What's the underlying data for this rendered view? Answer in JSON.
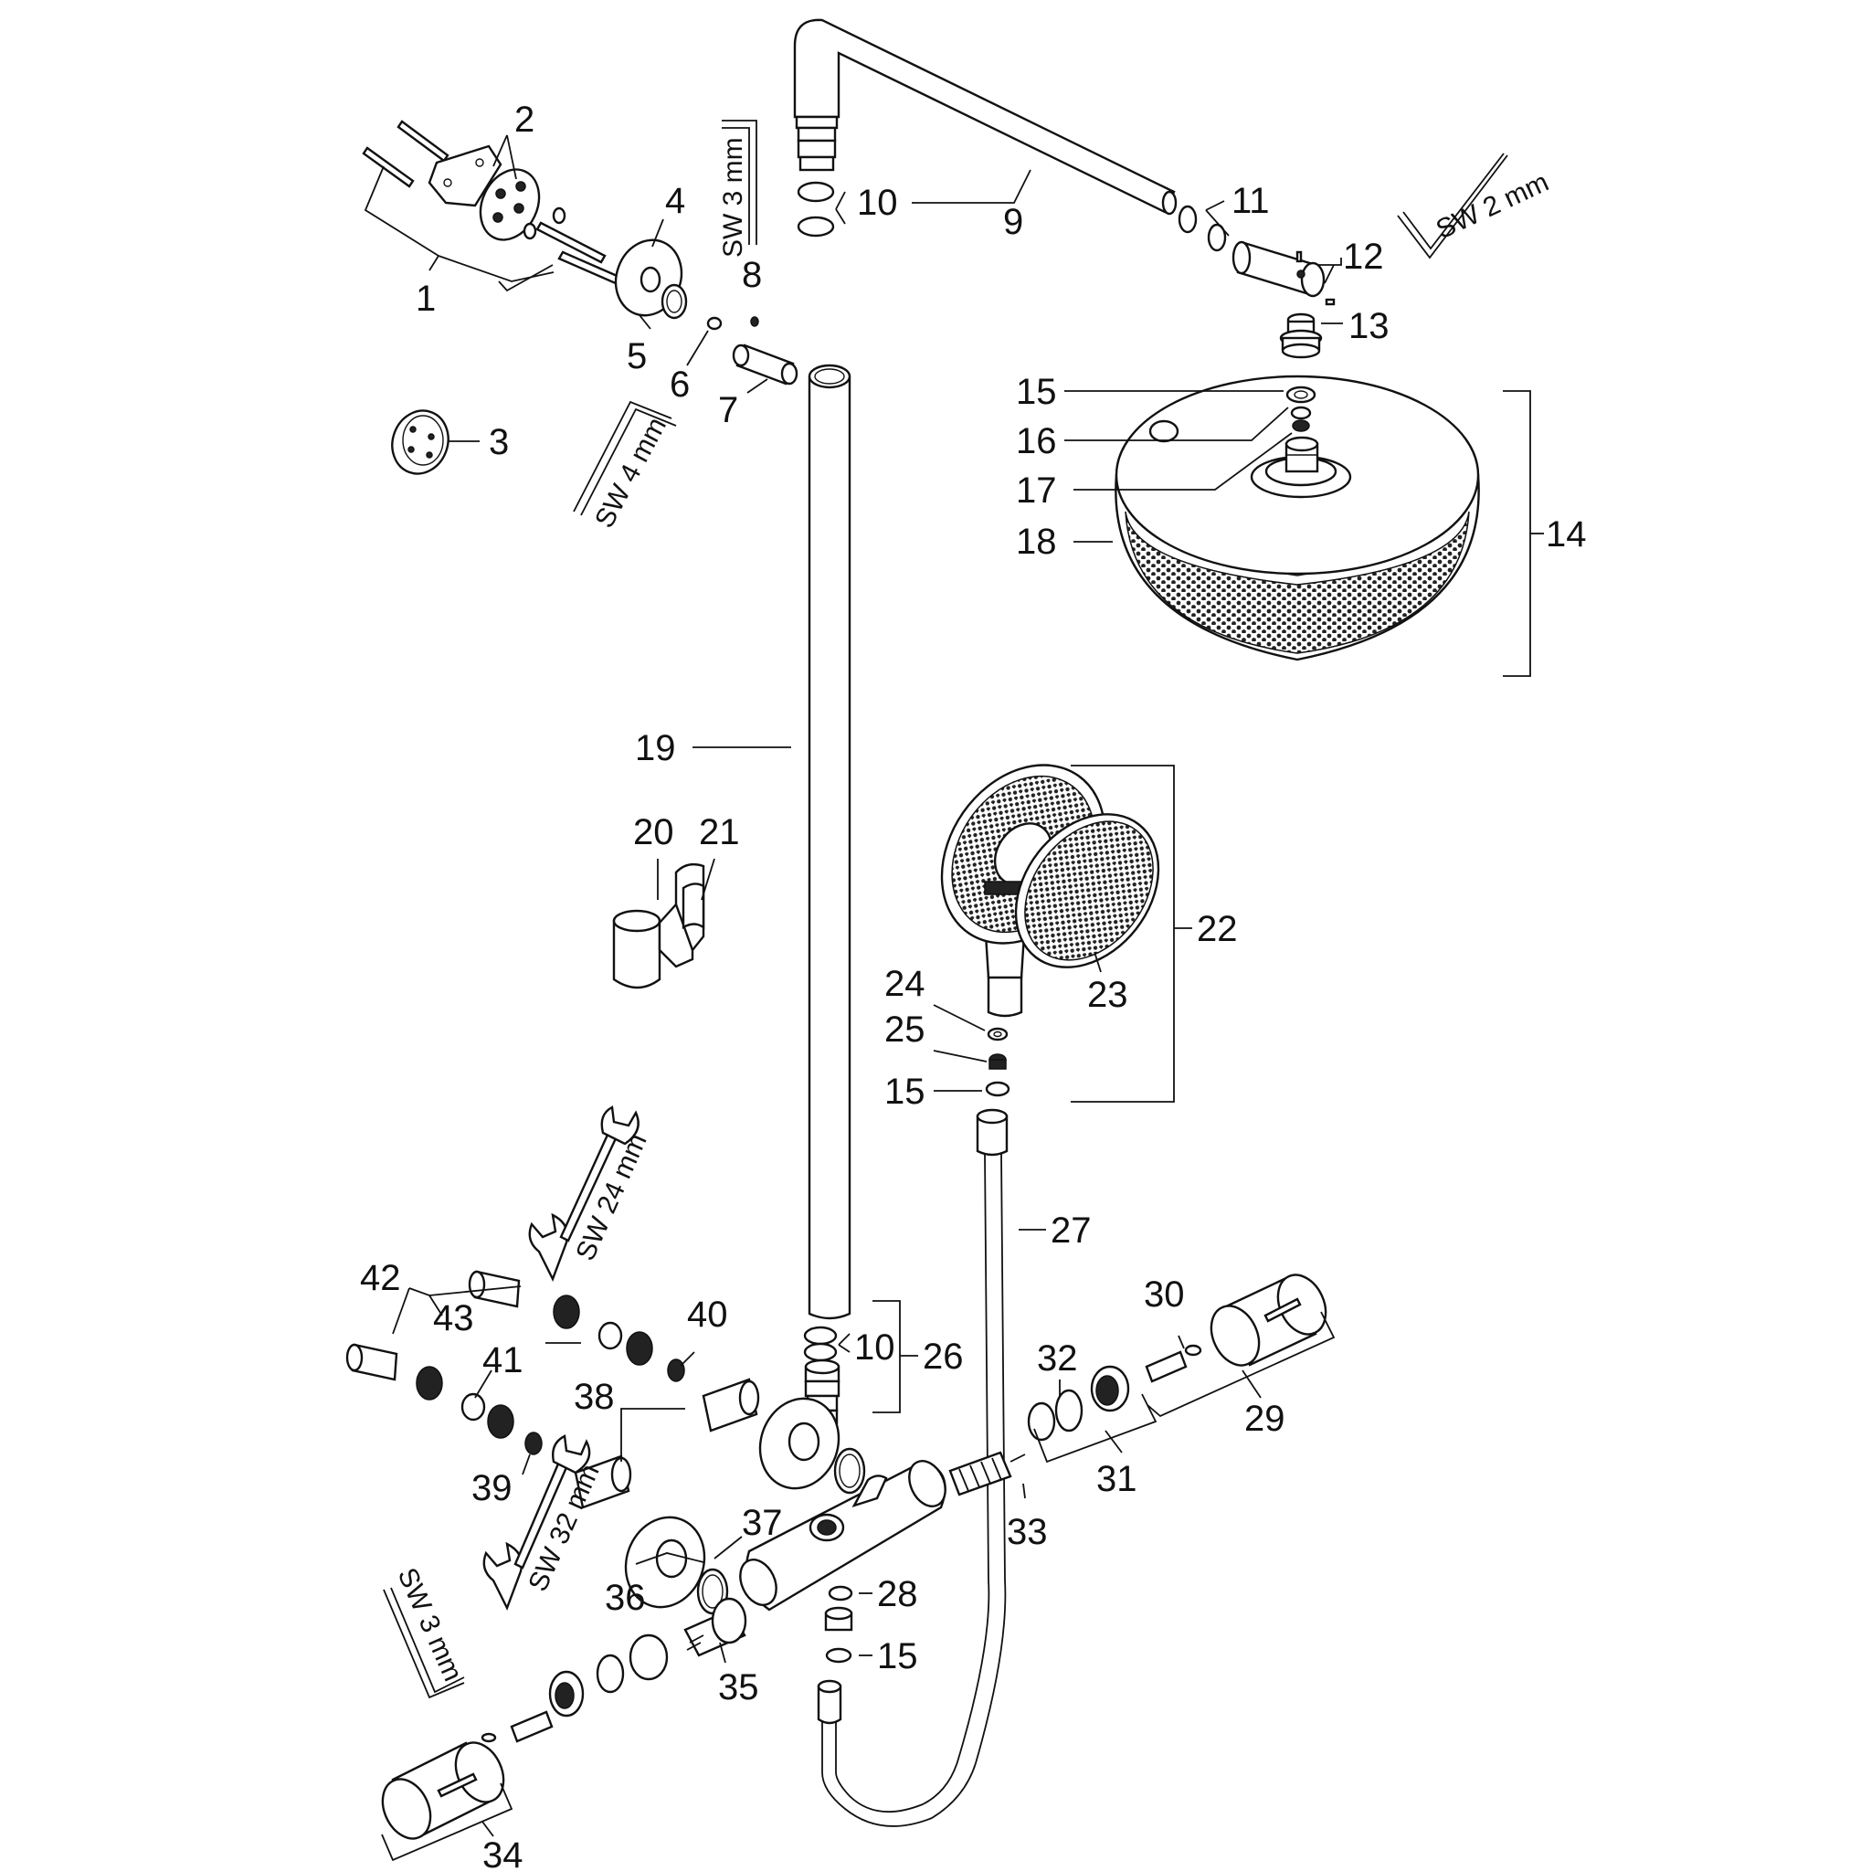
{
  "parts": [
    {
      "id": "1",
      "label": "1"
    },
    {
      "id": "2",
      "label": "2"
    },
    {
      "id": "3",
      "label": "3"
    },
    {
      "id": "4",
      "label": "4"
    },
    {
      "id": "5",
      "label": "5"
    },
    {
      "id": "6",
      "label": "6"
    },
    {
      "id": "7",
      "label": "7"
    },
    {
      "id": "8",
      "label": "8"
    },
    {
      "id": "9",
      "label": "9"
    },
    {
      "id": "10a",
      "label": "10"
    },
    {
      "id": "11",
      "label": "11"
    },
    {
      "id": "12",
      "label": "12"
    },
    {
      "id": "13",
      "label": "13"
    },
    {
      "id": "14",
      "label": "14"
    },
    {
      "id": "15a",
      "label": "15"
    },
    {
      "id": "16",
      "label": "16"
    },
    {
      "id": "17",
      "label": "17"
    },
    {
      "id": "18",
      "label": "18"
    },
    {
      "id": "19",
      "label": "19"
    },
    {
      "id": "20",
      "label": "20"
    },
    {
      "id": "21",
      "label": "21"
    },
    {
      "id": "22",
      "label": "22"
    },
    {
      "id": "23",
      "label": "23"
    },
    {
      "id": "24",
      "label": "24"
    },
    {
      "id": "25",
      "label": "25"
    },
    {
      "id": "15b",
      "label": "15"
    },
    {
      "id": "26",
      "label": "26"
    },
    {
      "id": "10b",
      "label": "10"
    },
    {
      "id": "27",
      "label": "27"
    },
    {
      "id": "28",
      "label": "28"
    },
    {
      "id": "15c",
      "label": "15"
    },
    {
      "id": "29",
      "label": "29"
    },
    {
      "id": "30",
      "label": "30"
    },
    {
      "id": "31",
      "label": "31"
    },
    {
      "id": "32",
      "label": "32"
    },
    {
      "id": "33",
      "label": "33"
    },
    {
      "id": "34",
      "label": "34"
    },
    {
      "id": "35",
      "label": "35"
    },
    {
      "id": "36",
      "label": "36"
    },
    {
      "id": "37",
      "label": "37"
    },
    {
      "id": "38",
      "label": "38"
    },
    {
      "id": "39",
      "label": "39"
    },
    {
      "id": "40",
      "label": "40"
    },
    {
      "id": "41",
      "label": "41"
    },
    {
      "id": "42",
      "label": "42"
    },
    {
      "id": "43",
      "label": "43"
    }
  ],
  "tools": [
    {
      "id": "sw3-top",
      "label": "SW 3 mm",
      "icon": "allen-key-icon"
    },
    {
      "id": "sw2",
      "label": "SW 2 mm",
      "icon": "allen-key-icon"
    },
    {
      "id": "sw4",
      "label": "SW 4 mm",
      "icon": "allen-key-icon"
    },
    {
      "id": "sw24",
      "label": "SW 24 mm",
      "icon": "open-end-wrench-icon"
    },
    {
      "id": "sw32",
      "label": "SW 32 mm",
      "icon": "open-end-wrench-icon"
    },
    {
      "id": "sw3-bottom",
      "label": "SW 3 mm",
      "icon": "allen-key-icon"
    }
  ]
}
